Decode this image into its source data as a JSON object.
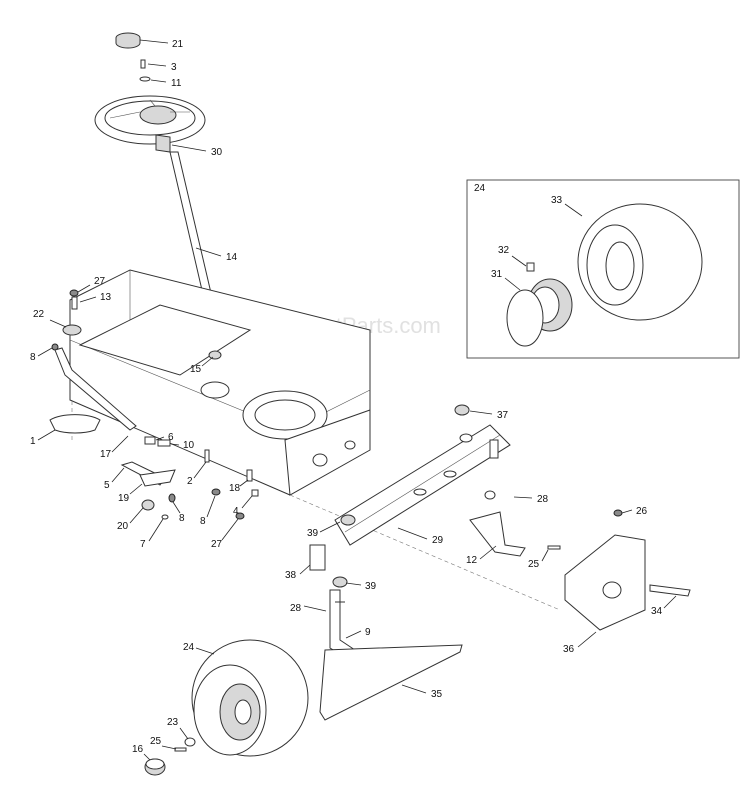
{
  "watermark": "eReplacementParts.com",
  "inset_label": "24",
  "callouts": [
    {
      "id": "c21",
      "label": "21"
    },
    {
      "id": "c3",
      "label": "3"
    },
    {
      "id": "c11",
      "label": "11"
    },
    {
      "id": "c30",
      "label": "30"
    },
    {
      "id": "c14",
      "label": "14"
    },
    {
      "id": "c27a",
      "label": "27"
    },
    {
      "id": "c13",
      "label": "13"
    },
    {
      "id": "c22",
      "label": "22"
    },
    {
      "id": "c8a",
      "label": "8"
    },
    {
      "id": "c15",
      "label": "15"
    },
    {
      "id": "c1",
      "label": "1"
    },
    {
      "id": "c17",
      "label": "17"
    },
    {
      "id": "c6",
      "label": "6"
    },
    {
      "id": "c10",
      "label": "10"
    },
    {
      "id": "c5",
      "label": "5"
    },
    {
      "id": "c2",
      "label": "2"
    },
    {
      "id": "c19",
      "label": "19"
    },
    {
      "id": "c18",
      "label": "18"
    },
    {
      "id": "c20",
      "label": "20"
    },
    {
      "id": "c8b",
      "label": "8"
    },
    {
      "id": "c8c",
      "label": "8"
    },
    {
      "id": "c4",
      "label": "4"
    },
    {
      "id": "c7",
      "label": "7"
    },
    {
      "id": "c27b",
      "label": "27"
    },
    {
      "id": "c33",
      "label": "33"
    },
    {
      "id": "c32",
      "label": "32"
    },
    {
      "id": "c31",
      "label": "31"
    },
    {
      "id": "c37",
      "label": "37"
    },
    {
      "id": "c28a",
      "label": "28"
    },
    {
      "id": "c26",
      "label": "26"
    },
    {
      "id": "c39a",
      "label": "39"
    },
    {
      "id": "c29",
      "label": "29"
    },
    {
      "id": "c12",
      "label": "12"
    },
    {
      "id": "c25a",
      "label": "25"
    },
    {
      "id": "c38",
      "label": "38"
    },
    {
      "id": "c39b",
      "label": "39"
    },
    {
      "id": "c34",
      "label": "34"
    },
    {
      "id": "c28b",
      "label": "28"
    },
    {
      "id": "c9",
      "label": "9"
    },
    {
      "id": "c36",
      "label": "36"
    },
    {
      "id": "c24",
      "label": "24"
    },
    {
      "id": "c35",
      "label": "35"
    },
    {
      "id": "c23",
      "label": "23"
    },
    {
      "id": "c25b",
      "label": "25"
    },
    {
      "id": "c16",
      "label": "16"
    }
  ]
}
